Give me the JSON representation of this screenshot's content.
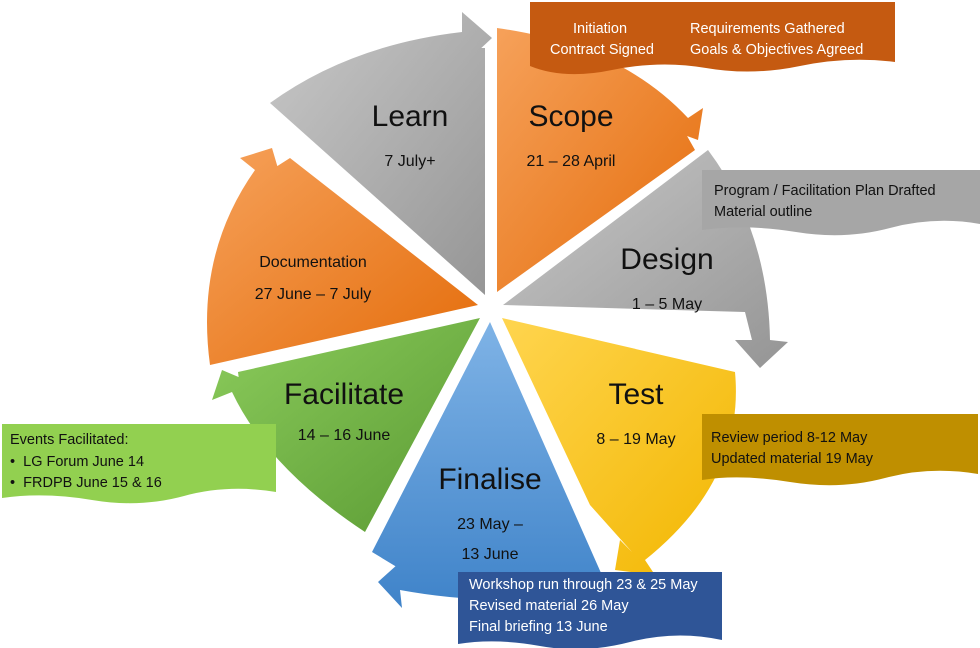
{
  "segments": {
    "scope": {
      "title": "Scope",
      "date": "21 – 28 April"
    },
    "design": {
      "title": "Design",
      "date": "1 – 5 May"
    },
    "test": {
      "title": "Test",
      "date": "8 – 19 May"
    },
    "finalise": {
      "title": "Finalise",
      "date_line1": "23 May –",
      "date_line2": "13 June"
    },
    "facilitate": {
      "title": "Facilitate",
      "date": "14 – 16 June"
    },
    "documentation": {
      "title": "Documentation",
      "date": "27 June – 7 July"
    },
    "learn": {
      "title": "Learn",
      "date": "7 July+"
    }
  },
  "notes": {
    "scope": {
      "col1": [
        "Initiation",
        "Contract Signed"
      ],
      "col2": [
        "Requirements Gathered",
        "Goals & Objectives Agreed"
      ]
    },
    "design": [
      "Program / Facilitation Plan Drafted",
      "Material outline"
    ],
    "test": [
      "Review period 8-12 May",
      "Updated material 19 May"
    ],
    "finalise": [
      "Workshop run through 23 & 25 May",
      "Revised material 26 May",
      "Final briefing 13 June"
    ],
    "facilitate": {
      "heading": "Events Facilitated:",
      "bullets": [
        "LG Forum June 14",
        "FRDPB June 15 & 16"
      ]
    }
  },
  "colors": {
    "orange": "#f07f2b",
    "gray": "#a6a6a6",
    "yellow": "#ffc000",
    "blue": "#5b9bd5",
    "green": "#70ad47",
    "scope_note": "#c55a11",
    "design_note": "#a6a6a6",
    "test_note": "#bf8f00",
    "finalise_note": "#2f5597",
    "facilitate_note": "#92d050"
  }
}
